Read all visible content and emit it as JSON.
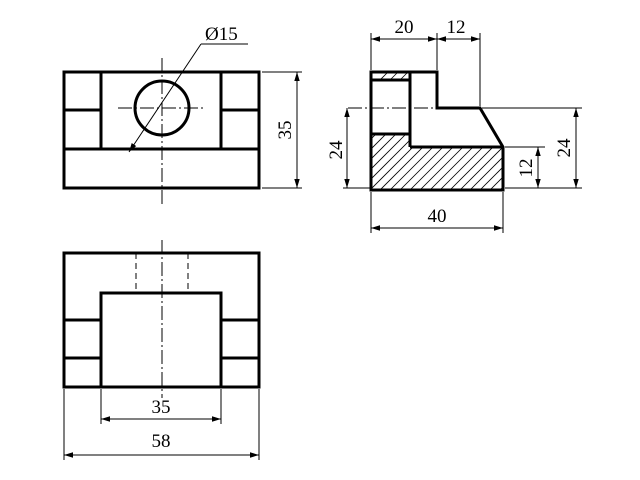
{
  "dimensions": {
    "hole_diameter": "Ø15",
    "front_height": "35",
    "side_top_width_left": "20",
    "side_top_width_right": "12",
    "side_left_height": "24",
    "side_right_height": "24",
    "side_step_height": "12",
    "side_total_width": "40",
    "plan_inner_width": "35",
    "plan_total_width": "58"
  }
}
